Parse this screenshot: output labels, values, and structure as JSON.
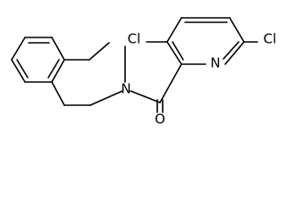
{
  "molecule": {
    "atom_labels": {
      "chlorine_left": "Cl",
      "chlorine_right": "Cl",
      "pyridine_nitrogen": "N",
      "amide_nitrogen": "N",
      "carbonyl_oxygen": "O"
    }
  }
}
